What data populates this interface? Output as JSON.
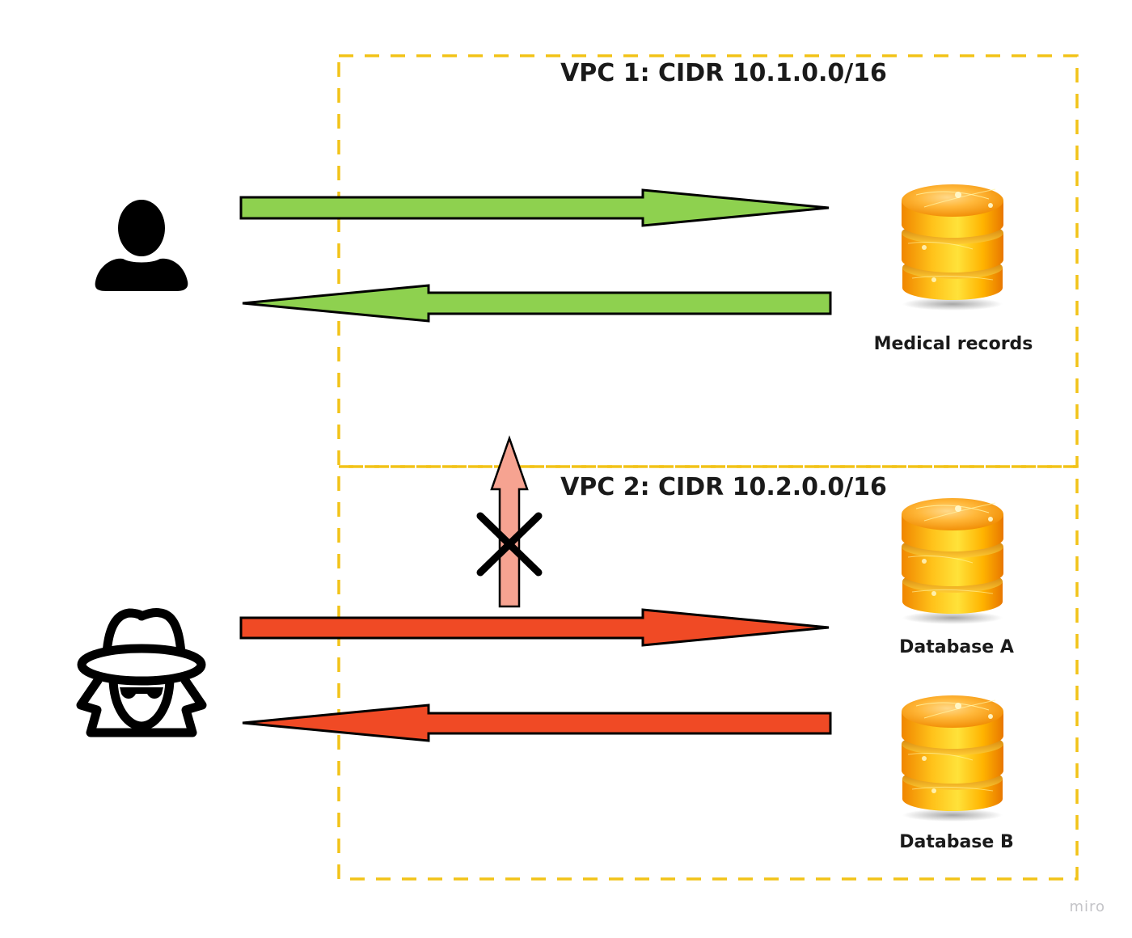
{
  "diagram": {
    "vpcs": [
      {
        "id": "vpc1",
        "title": "VPC 1: CIDR 10.1.0.0/16",
        "border_color": "#f2c318"
      },
      {
        "id": "vpc2",
        "title": "VPC 2: CIDR 10.2.0.0/16",
        "border_color": "#f2c318"
      }
    ],
    "actors": [
      {
        "id": "user",
        "icon": "user-icon",
        "role": "legitimate user"
      },
      {
        "id": "attacker",
        "icon": "spy-icon",
        "role": "attacker"
      }
    ],
    "databases": [
      {
        "id": "medical",
        "label": "Medical records",
        "vpc": "vpc1"
      },
      {
        "id": "db_a",
        "label": "Database A",
        "vpc": "vpc2"
      },
      {
        "id": "db_b",
        "label": "Database B",
        "vpc": "vpc2"
      }
    ],
    "arrows": [
      {
        "id": "user-to-medical",
        "from": "user",
        "to": "medical",
        "color": "#8ed14f",
        "status": "allowed"
      },
      {
        "id": "medical-to-user",
        "from": "medical",
        "to": "user",
        "color": "#8ed14f",
        "status": "allowed"
      },
      {
        "id": "attacker-to-db",
        "from": "attacker",
        "to": "db_a",
        "color": "#f04a25",
        "status": "traffic"
      },
      {
        "id": "db-to-attacker",
        "from": "db_a",
        "to": "attacker",
        "color": "#f04a25",
        "status": "traffic"
      },
      {
        "id": "vpc2-to-vpc1",
        "from": "vpc2",
        "to": "vpc1",
        "color": "#f6a391",
        "status": "blocked"
      }
    ],
    "blocked_marker": "x-mark-icon"
  },
  "watermark": "miro"
}
